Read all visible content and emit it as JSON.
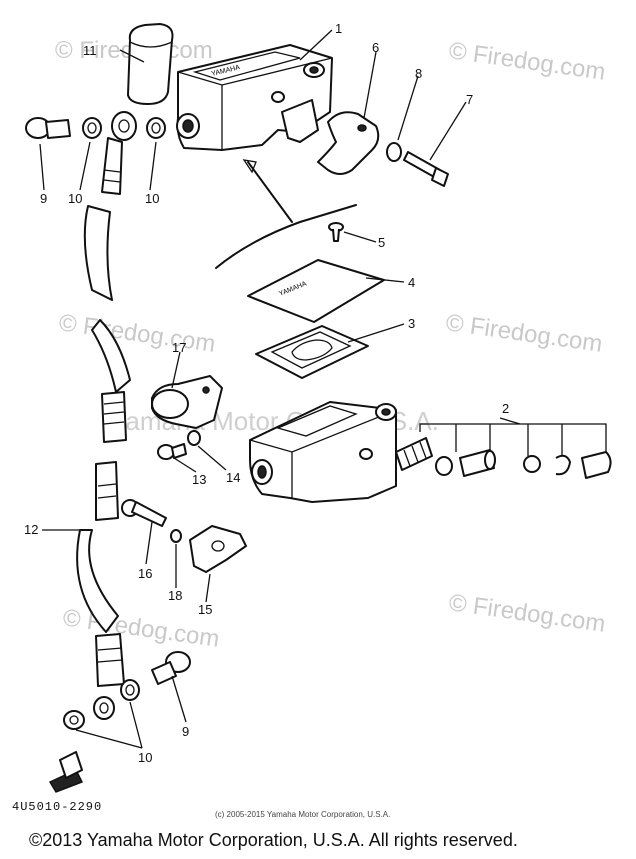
{
  "watermarks": {
    "brand": "© Firedog.com",
    "manufacturer": "Yamaha Motor Corp., U.S.A."
  },
  "callouts": [
    "1",
    "2",
    "3",
    "4",
    "5",
    "6",
    "7",
    "8",
    "9",
    "9",
    "10",
    "10",
    "10",
    "11",
    "12",
    "13",
    "14",
    "15",
    "16",
    "17",
    "18"
  ],
  "part_code": "4U5010-2290",
  "small_copyright": "(c) 2005-2015 Yamaha Motor Corporation, U.S.A.",
  "copyright": "©2013 Yamaha Motor Corporation, U.S.A. All rights reserved."
}
